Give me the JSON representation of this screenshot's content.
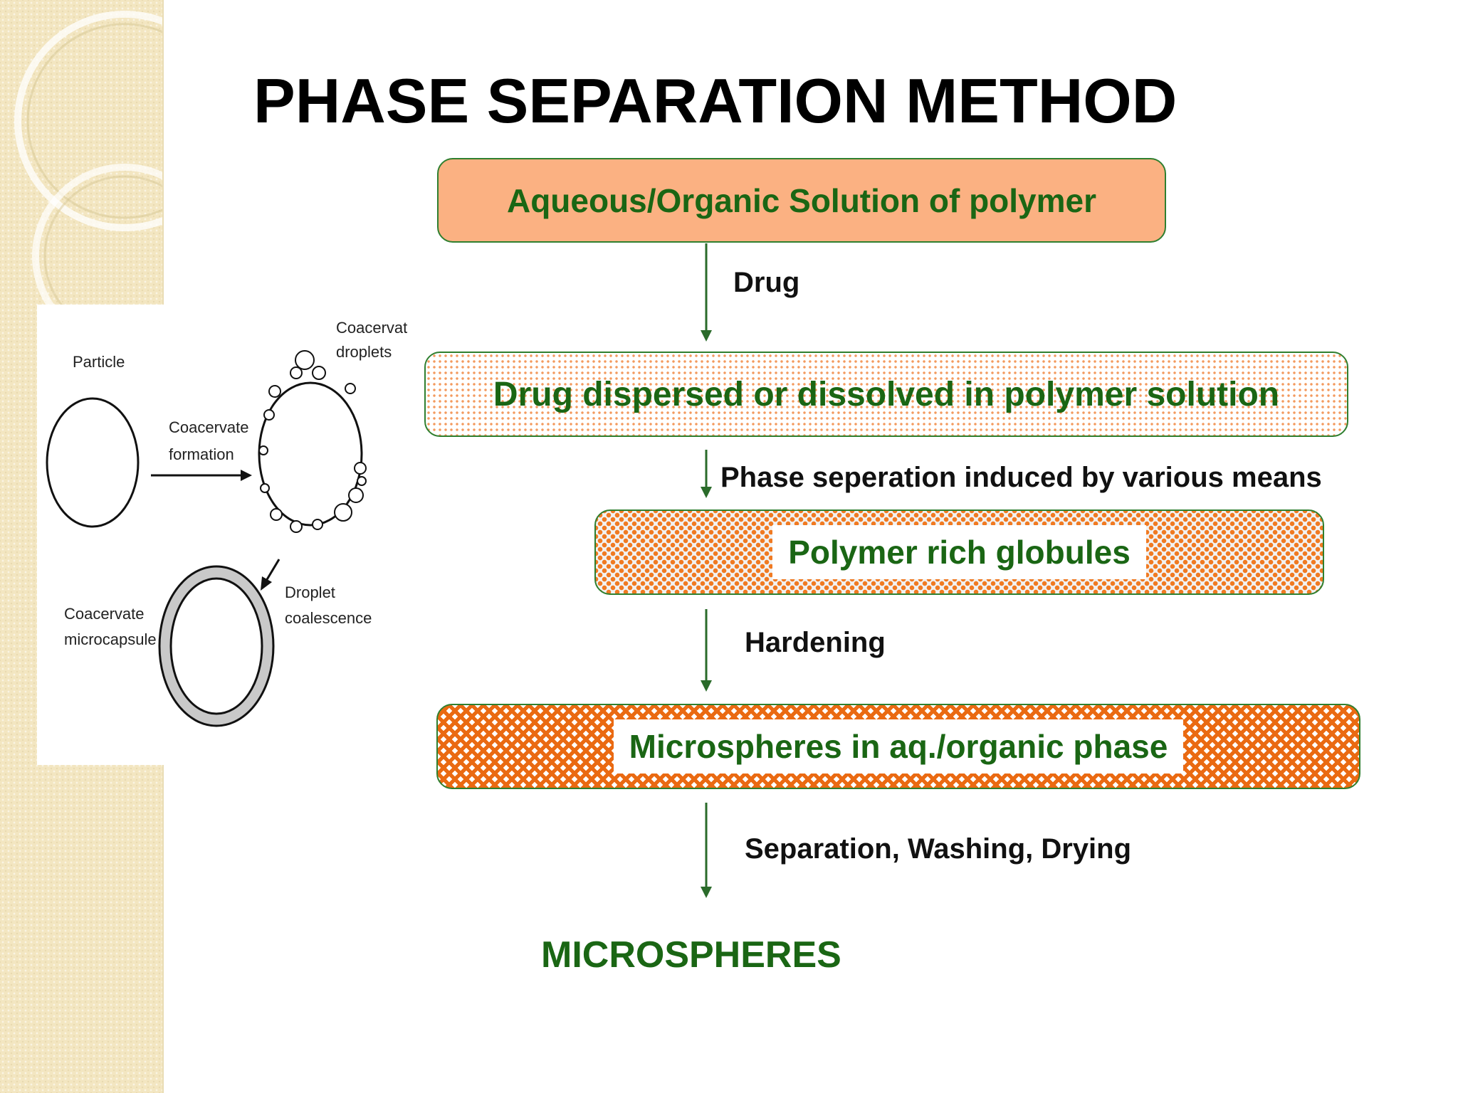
{
  "slide": {
    "title": "PHASE SEPARATION METHOD"
  },
  "flow": {
    "box1": "Aqueous/Organic Solution of polymer",
    "step1": "Drug",
    "box2": "Drug dispersed or dissolved in polymer solution",
    "step2": "Phase seperation induced by various means",
    "box3": "Polymer rich globules",
    "step3": "Hardening",
    "box4": "Microspheres in aq./organic phase",
    "step4": "Separation, Washing, Drying",
    "result": "MICROSPHERES"
  },
  "illustration": {
    "particle": "Particle",
    "coacervate_formation_line1": "Coacervate",
    "coacervate_formation_line2": "formation",
    "coacervate_droplets_line1": "Coacervate",
    "coacervate_droplets_line2": "droplets",
    "droplet_coalescence_line1": "Droplet",
    "droplet_coalescence_line2": "coalescence",
    "microcapsule_line1": "Coacervate",
    "microcapsule_line2": "microcapsule"
  },
  "colors": {
    "flow_text_green": "#1a6614",
    "box_border_green": "#2f7f2f",
    "box1_fill": "#fbb182",
    "pattern_orange": "#f07a22"
  }
}
